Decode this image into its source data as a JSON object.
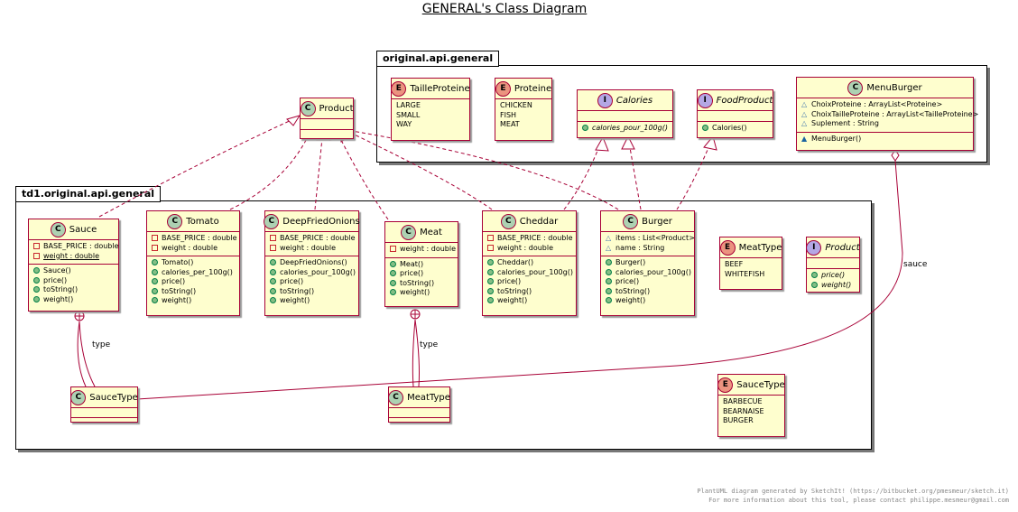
{
  "title": "GENERAL's Class Diagram",
  "packages": {
    "outer": {
      "name": "original.api.general"
    },
    "inner": {
      "name": "td1.original.api.general"
    }
  },
  "classes": {
    "product": {
      "stereo": "C",
      "name": "Product"
    },
    "taille": {
      "stereo": "E",
      "name": "TailleProteine",
      "values": [
        "LARGE",
        "SMALL",
        "WAY"
      ]
    },
    "proteine": {
      "stereo": "E",
      "name": "Proteine",
      "values": [
        "CHICKEN",
        "FISH",
        "MEAT"
      ]
    },
    "calories": {
      "stereo": "I",
      "name": "Calories",
      "methods": [
        "calories_pour_100g()"
      ]
    },
    "foodproduct": {
      "stereo": "I",
      "name": "FoodProduct",
      "methods": [
        "Calories()"
      ]
    },
    "menuburger": {
      "stereo": "C",
      "name": "MenuBurger",
      "fields": [
        "ChoixProteine : ArrayList<Proteine>",
        "ChoixTailleProteine : ArrayList<TailleProteine>",
        "Suplement : String"
      ],
      "methods": [
        "MenuBurger()"
      ]
    },
    "sauce": {
      "stereo": "C",
      "name": "Sauce",
      "fields": [
        "BASE_PRICE : double",
        "weight : double"
      ],
      "methods": [
        "Sauce()",
        "price()",
        "toString()",
        "weight()"
      ]
    },
    "tomato": {
      "stereo": "C",
      "name": "Tomato",
      "fields": [
        "BASE_PRICE : double",
        "weight : double"
      ],
      "methods": [
        "Tomato()",
        "calories_per_100g()",
        "price()",
        "toString()",
        "weight()"
      ]
    },
    "deepfried": {
      "stereo": "C",
      "name": "DeepFriedOnions",
      "fields": [
        "BASE_PRICE : double",
        "weight : double"
      ],
      "methods": [
        "DeepFriedOnions()",
        "calories_pour_100g()",
        "price()",
        "toString()",
        "weight()"
      ]
    },
    "meat": {
      "stereo": "C",
      "name": "Meat",
      "fields": [
        "weight : double"
      ],
      "methods": [
        "Meat()",
        "price()",
        "toString()",
        "weight()"
      ]
    },
    "cheddar": {
      "stereo": "C",
      "name": "Cheddar",
      "fields": [
        "BASE_PRICE : double",
        "weight : double"
      ],
      "methods": [
        "Cheddar()",
        "calories_pour_100g()",
        "price()",
        "toString()",
        "weight()"
      ]
    },
    "burger": {
      "stereo": "C",
      "name": "Burger",
      "fields": [
        "items : List<Product>",
        "name : String"
      ],
      "methods": [
        "Burger()",
        "calories_pour_100g()",
        "price()",
        "toString()",
        "weight()"
      ]
    },
    "meattype": {
      "stereo": "E",
      "name": "MeatType",
      "values": [
        "BEEF",
        "WHITEFISH"
      ]
    },
    "productI": {
      "stereo": "I",
      "name": "Product",
      "methods": [
        "price()",
        "weight()"
      ]
    },
    "saucetype": {
      "stereo": "C",
      "name": "SauceType"
    },
    "meattypeC": {
      "stereo": "C",
      "name": "MeatType"
    },
    "saucetypeE": {
      "stereo": "E",
      "name": "SauceType",
      "values": [
        "BARBECUE",
        "BEARNAISE",
        "BURGER"
      ]
    }
  },
  "link_labels": {
    "sauce_type": "type",
    "meat_type": "type",
    "menu_sauce": "sauce"
  },
  "footer": {
    "line1": "PlantUML diagram generated by SketchIt! (https://bitbucket.org/pmesmeur/sketch.it)",
    "line2": "For more information about this tool, please contact philippe.mesmeur@gmail.com"
  },
  "colors": {
    "class_bg": "#FEFECE",
    "class_border": "#A80036",
    "class_stereo": "#ADD1B2",
    "enum_stereo": "#EB937F",
    "interface_stereo": "#B4A7E5"
  }
}
